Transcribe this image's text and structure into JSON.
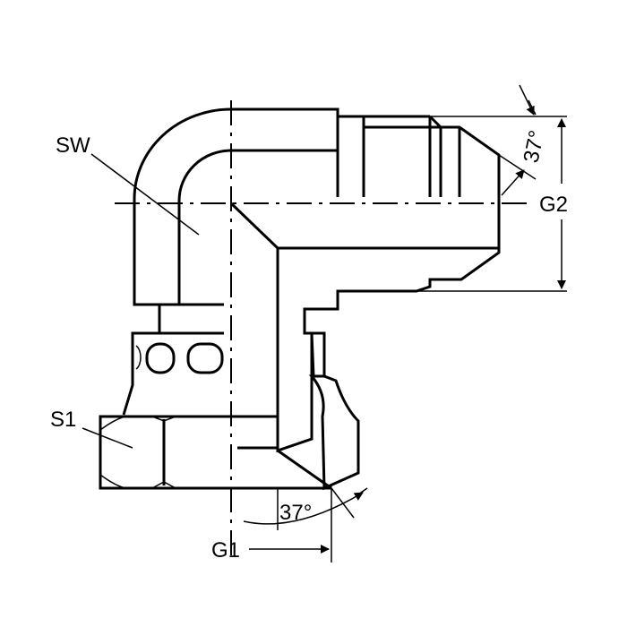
{
  "labels": {
    "sw": "SW",
    "s1": "S1",
    "g1": "G1",
    "g2": "G2",
    "angle_bottom": "37°",
    "angle_top": "37°"
  },
  "colors": {
    "line": "#000000",
    "background": "#ffffff"
  }
}
